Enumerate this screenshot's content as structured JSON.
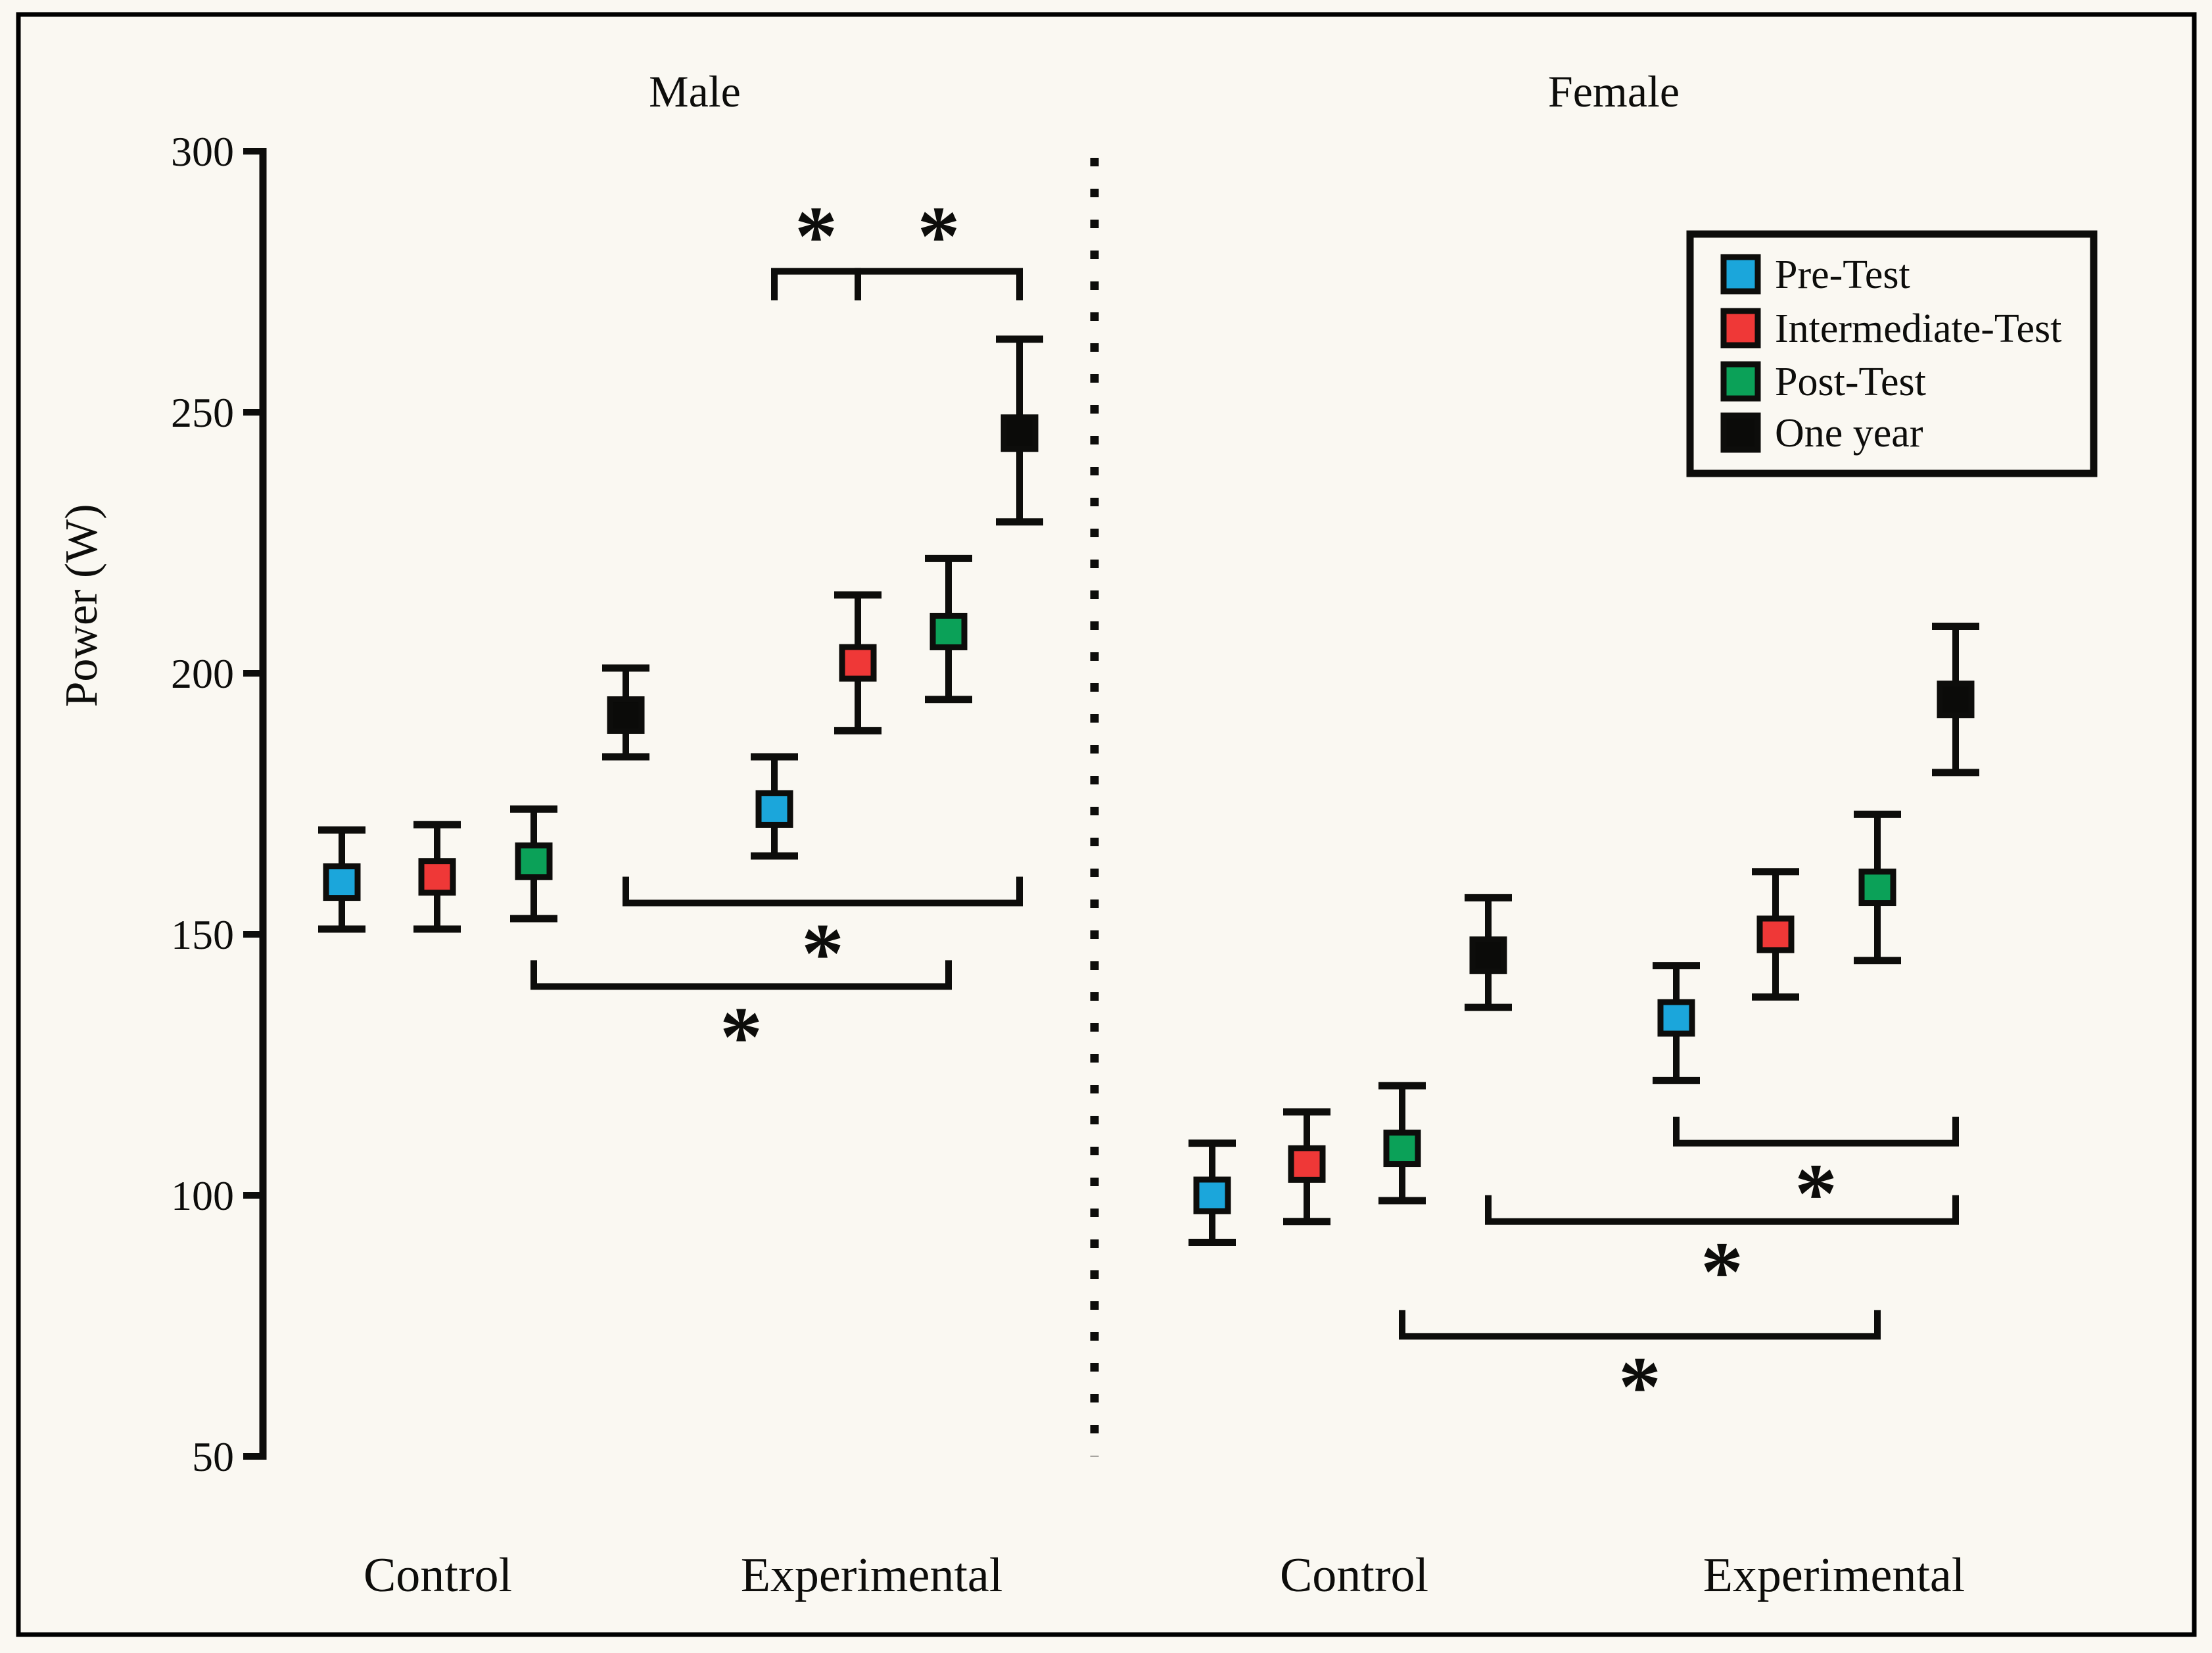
{
  "figure": {
    "background": "#FAF8F2",
    "ink_color": "#0d0d0b",
    "border_color": "#000000"
  },
  "chart_data": {
    "type": "scatter",
    "title": "",
    "ylabel": "Power (W)",
    "ylim": [
      50,
      300
    ],
    "yticks": [
      300,
      250,
      200,
      150,
      100,
      50
    ],
    "grid": false,
    "series": [
      {
        "name": "Pre-Test",
        "color": "#1BA6DB"
      },
      {
        "name": "Intermediate-Test",
        "color": "#EF3837"
      },
      {
        "name": "Post-Test",
        "color": "#0BA158"
      },
      {
        "name": "One year",
        "color": "#0b0b09"
      }
    ],
    "legend": {
      "position": "top-right",
      "items": [
        "Pre-Test",
        "Intermediate-Test",
        "Post-Test",
        "One year"
      ]
    },
    "panels": [
      {
        "title": "Male",
        "groups": [
          {
            "label": "Control",
            "points": [
              {
                "series": "Pre-Test",
                "mean": 160,
                "lo": 151,
                "hi": 170
              },
              {
                "series": "Intermediate-Test",
                "mean": 161,
                "lo": 151,
                "hi": 171
              },
              {
                "series": "Post-Test",
                "mean": 164,
                "lo": 153,
                "hi": 174
              },
              {
                "series": "One year",
                "mean": 192,
                "lo": 184,
                "hi": 201
              }
            ]
          },
          {
            "label": "Experimental",
            "points": [
              {
                "series": "Pre-Test",
                "mean": 174,
                "lo": 165,
                "hi": 184
              },
              {
                "series": "Intermediate-Test",
                "mean": 202,
                "lo": 189,
                "hi": 215
              },
              {
                "series": "Post-Test",
                "mean": 208,
                "lo": 195,
                "hi": 222
              },
              {
                "series": "One year",
                "mean": 246,
                "lo": 229,
                "hi": 264
              }
            ]
          }
        ],
        "comparisons": [
          {
            "from": [
              "Experimental",
              "Pre-Test"
            ],
            "to": [
              "Experimental",
              "Intermediate-Test"
            ],
            "label": "*",
            "level": 277,
            "ticks": "down"
          },
          {
            "from": [
              "Experimental",
              "Intermediate-Test"
            ],
            "to": [
              "Experimental",
              "One year"
            ],
            "label": "*",
            "level": 277,
            "ticks": "down"
          },
          {
            "from": [
              "Control",
              "One year"
            ],
            "to": [
              "Experimental",
              "One year"
            ],
            "label": "*",
            "level": 156,
            "ticks": "up"
          },
          {
            "from": [
              "Control",
              "Post-Test"
            ],
            "to": [
              "Experimental",
              "Post-Test"
            ],
            "label": "*",
            "level": 140,
            "ticks": "up"
          }
        ]
      },
      {
        "title": "Female",
        "groups": [
          {
            "label": "Control",
            "points": [
              {
                "series": "Pre-Test",
                "mean": 100,
                "lo": 91,
                "hi": 110
              },
              {
                "series": "Intermediate-Test",
                "mean": 106,
                "lo": 95,
                "hi": 116
              },
              {
                "series": "Post-Test",
                "mean": 109,
                "lo": 99,
                "hi": 121
              },
              {
                "series": "One year",
                "mean": 146,
                "lo": 136,
                "hi": 157
              }
            ]
          },
          {
            "label": "Experimental",
            "points": [
              {
                "series": "Pre-Test",
                "mean": 134,
                "lo": 122,
                "hi": 144
              },
              {
                "series": "Intermediate-Test",
                "mean": 150,
                "lo": 138,
                "hi": 162
              },
              {
                "series": "Post-Test",
                "mean": 159,
                "lo": 145,
                "hi": 173
              },
              {
                "series": "One year",
                "mean": 195,
                "lo": 181,
                "hi": 209
              }
            ]
          }
        ],
        "comparisons": [
          {
            "from": [
              "Experimental",
              "Pre-Test"
            ],
            "to": [
              "Experimental",
              "One year"
            ],
            "label": "*",
            "level": 110,
            "ticks": "up"
          },
          {
            "from": [
              "Control",
              "One year"
            ],
            "to": [
              "Experimental",
              "One year"
            ],
            "label": "*",
            "level": 95,
            "ticks": "up"
          },
          {
            "from": [
              "Control",
              "Post-Test"
            ],
            "to": [
              "Experimental",
              "Post-Test"
            ],
            "label": "*",
            "level": 73,
            "ticks": "up"
          }
        ]
      }
    ]
  }
}
